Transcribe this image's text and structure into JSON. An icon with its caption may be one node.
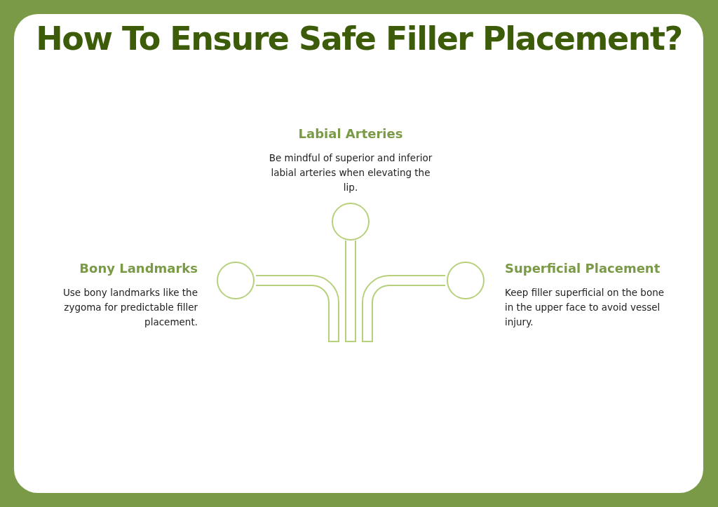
{
  "diagram": {
    "title": "How To Ensure Safe Filler Placement?",
    "nodes": [
      {
        "text": [],
        "shape": "circle",
        "beside": [
          "Labial Arteries",
          "Be mindful of superior and inferior labial arteries when elevating the lip."
        ]
      },
      {
        "text": [],
        "shape": "circle",
        "beside": [
          "Bony Landmarks",
          "Use bony landmarks like the zygoma for predictable filler placement."
        ]
      },
      {
        "text": [],
        "shape": "circle",
        "beside": [
          "Superficial Placement",
          "Keep filler superficial on the bone in the upper face to avoid vessel injury."
        ]
      }
    ]
  }
}
